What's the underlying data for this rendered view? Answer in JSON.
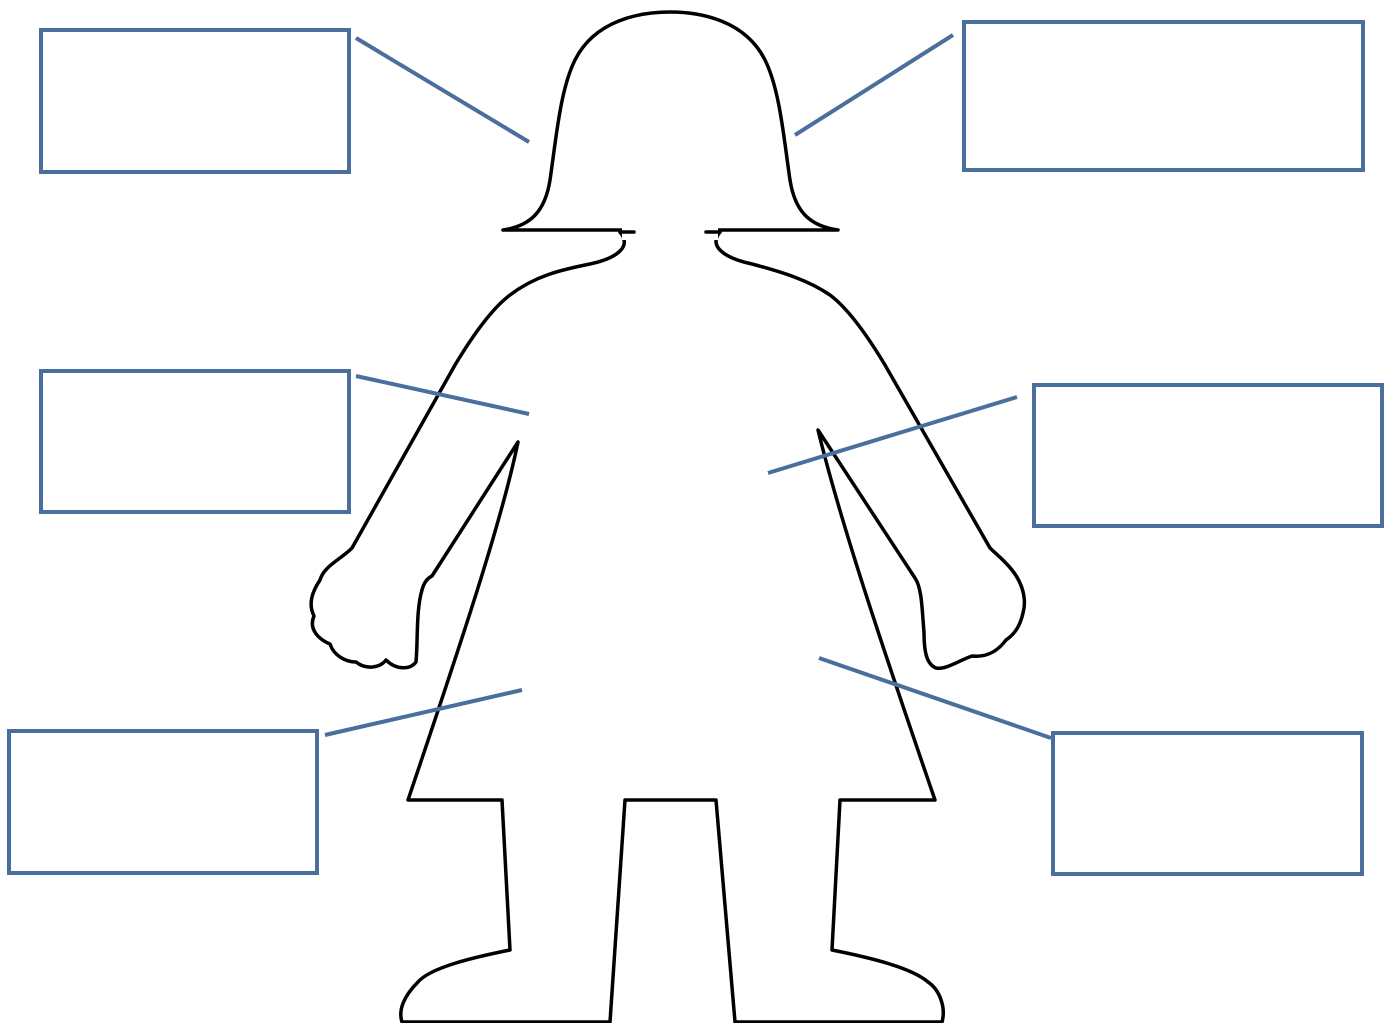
{
  "diagram": {
    "figure": "person-outline-icon",
    "outline_color": "#000000",
    "accent_color": "#4a6f9c",
    "background_color": "#ffffff",
    "labels": [
      {
        "name": "label-box-top-left",
        "text": ""
      },
      {
        "name": "label-box-top-right",
        "text": ""
      },
      {
        "name": "label-box-middle-left",
        "text": ""
      },
      {
        "name": "label-box-middle-right",
        "text": ""
      },
      {
        "name": "label-box-bottom-left",
        "text": ""
      },
      {
        "name": "label-box-bottom-right",
        "text": ""
      }
    ]
  }
}
